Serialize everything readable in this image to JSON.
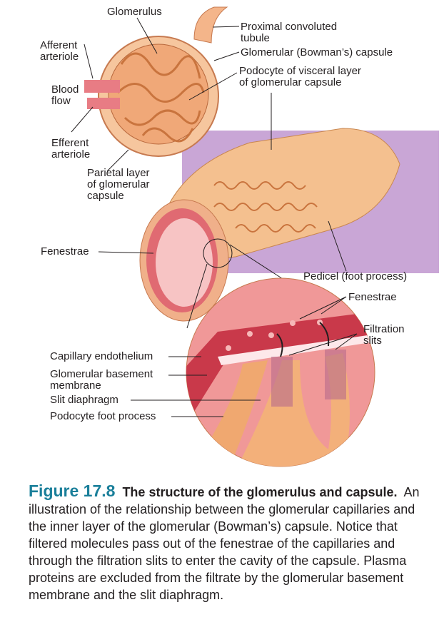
{
  "labels": {
    "glomerulus": "Glomerulus",
    "afferent": [
      "Afferent",
      "arteriole"
    ],
    "blood_flow": [
      "Blood",
      "flow"
    ],
    "efferent": [
      "Efferent",
      "arteriole"
    ],
    "parietal": [
      "Parietal layer",
      "of glomerular",
      "capsule"
    ],
    "proximal": [
      "Proximal convoluted",
      "tubule"
    ],
    "bowman": "Glomerular (Bowman’s) capsule",
    "podocyte": [
      "Podocyte of visceral layer",
      "of glomerular capsule"
    ],
    "fenestrae_left": "Fenestrae",
    "pedicel": "Pedicel (foot process)",
    "fenestrae_right": "Fenestrae",
    "filtration": [
      "Filtration",
      "slits"
    ],
    "capillary_endothelium": "Capillary endothelium",
    "basement": [
      "Glomerular basement",
      "membrane"
    ],
    "slit_diaphragm": "Slit diaphragm",
    "foot_process": "Podocyte foot process"
  },
  "caption": {
    "number": "Figure 17.8",
    "title": "The structure of the glomerulus and capsule.",
    "body": "An illustration of the relationship between the glomerular capillaries and the inner layer of the glomerular (Bowman’s) capsule. Notice that filtered molecules pass out of the fenestrae of the capillaries and through the filtration slits to enter the cavity of the capsule. Plasma proteins are excluded from the filtrate by the glomerular basement membrane and the slit diaphragm."
  },
  "colors": {
    "accent": "#1a7f9a",
    "capsule": "#f4b58a",
    "vessel": "#d9495a",
    "background_panel": "#c9a6d6"
  }
}
